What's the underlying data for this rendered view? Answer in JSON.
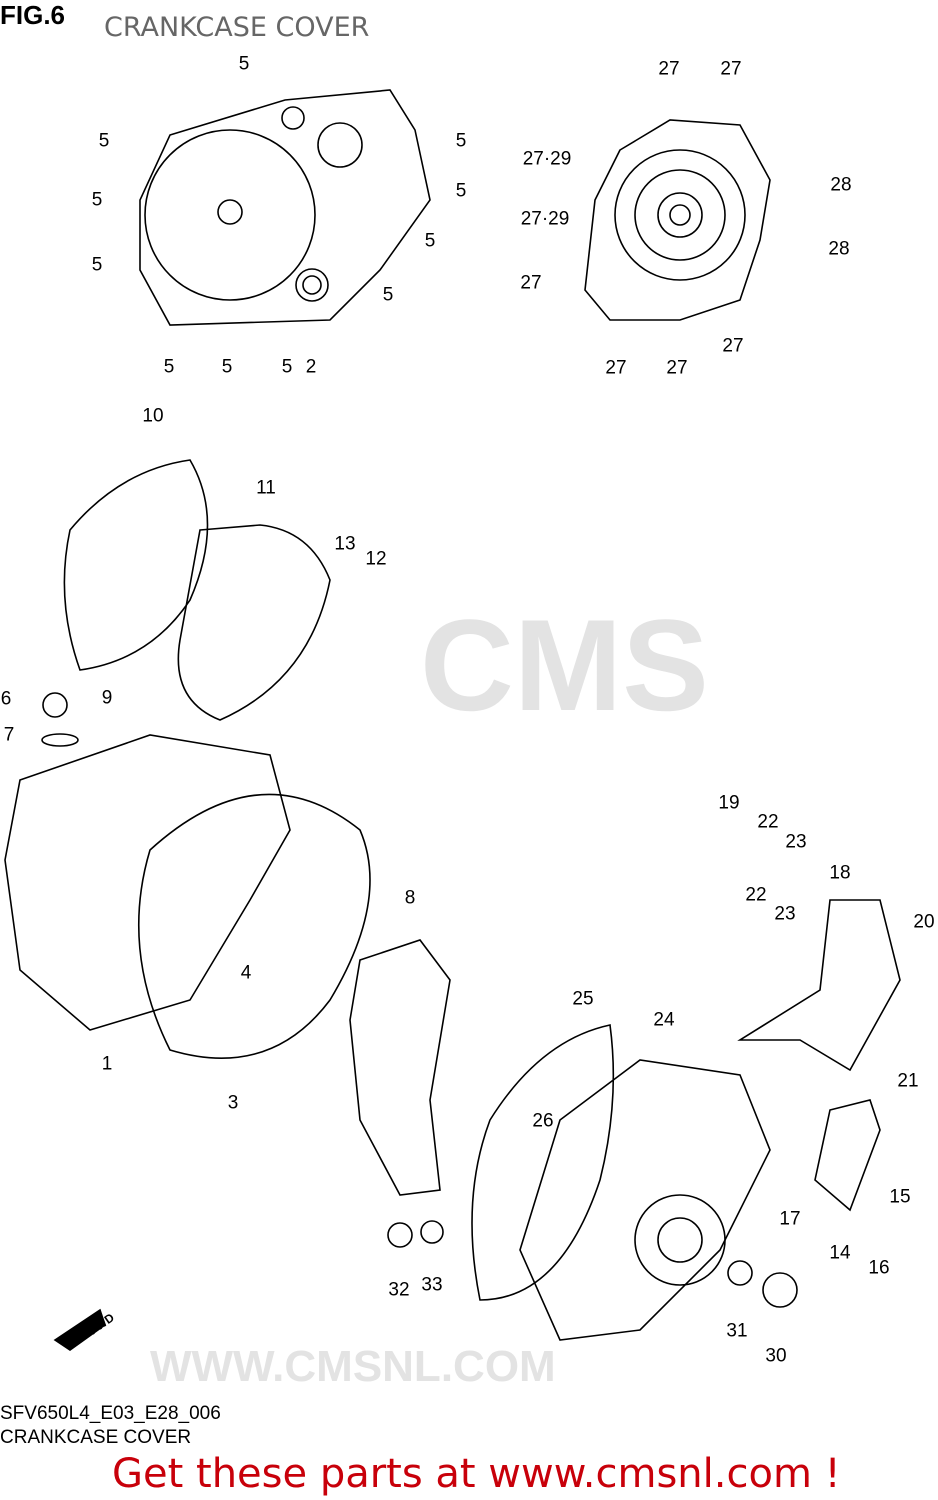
{
  "header": {
    "figure": "FIG.6",
    "title": "CRANKCASE COVER"
  },
  "watermark": {
    "logo": "CMS",
    "url": "WWW.CMSNL.COM"
  },
  "fwd_arrow": "FWD",
  "callouts": [
    "5",
    "5",
    "5",
    "5",
    "5",
    "5",
    "5",
    "5",
    "5",
    "5",
    "5",
    "2",
    "27",
    "27",
    "27·29",
    "27·29",
    "28",
    "28",
    "27",
    "27",
    "27",
    "27",
    "10",
    "11",
    "13",
    "12",
    "6",
    "9",
    "7",
    "1",
    "3",
    "4",
    "8",
    "19",
    "22",
    "23",
    "22",
    "23",
    "18",
    "20",
    "21",
    "25",
    "24",
    "26",
    "32",
    "33",
    "31",
    "30",
    "17",
    "14",
    "16",
    "15"
  ],
  "footer": {
    "code": "SFV650L4_E03_E28_006",
    "name": "CRANKCASE COVER",
    "promo": "Get these parts at www.cmsnl.com !"
  },
  "colors": {
    "promo": "#c8000a",
    "watermark": "#e3e3e3"
  }
}
